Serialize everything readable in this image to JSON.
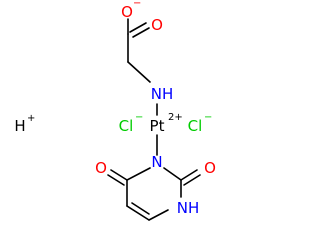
{
  "colors": {
    "bond": "#000000",
    "oxygen": "#ff0000",
    "nitrogen": "#0000ff",
    "chlorine": "#00cc00",
    "platinum": "#000000",
    "hydrogen": "#000000"
  },
  "atoms": {
    "carboxylate_oxygen": "O",
    "carboxylate_oxygen_charge": "−",
    "carbonyl_oxygen_top": "O",
    "amine": "NH",
    "platinum": "Pt",
    "platinum_charge": "2+",
    "chloride_left": "Cl",
    "chloride_left_charge": "−",
    "chloride_right": "Cl",
    "chloride_right_charge": "−",
    "hydron": "H",
    "hydron_charge": "+",
    "ring_nitrogen_3": "N",
    "ring_oxygen_left": "O",
    "ring_oxygen_right": "O",
    "ring_nitrogen_1": "NH"
  }
}
